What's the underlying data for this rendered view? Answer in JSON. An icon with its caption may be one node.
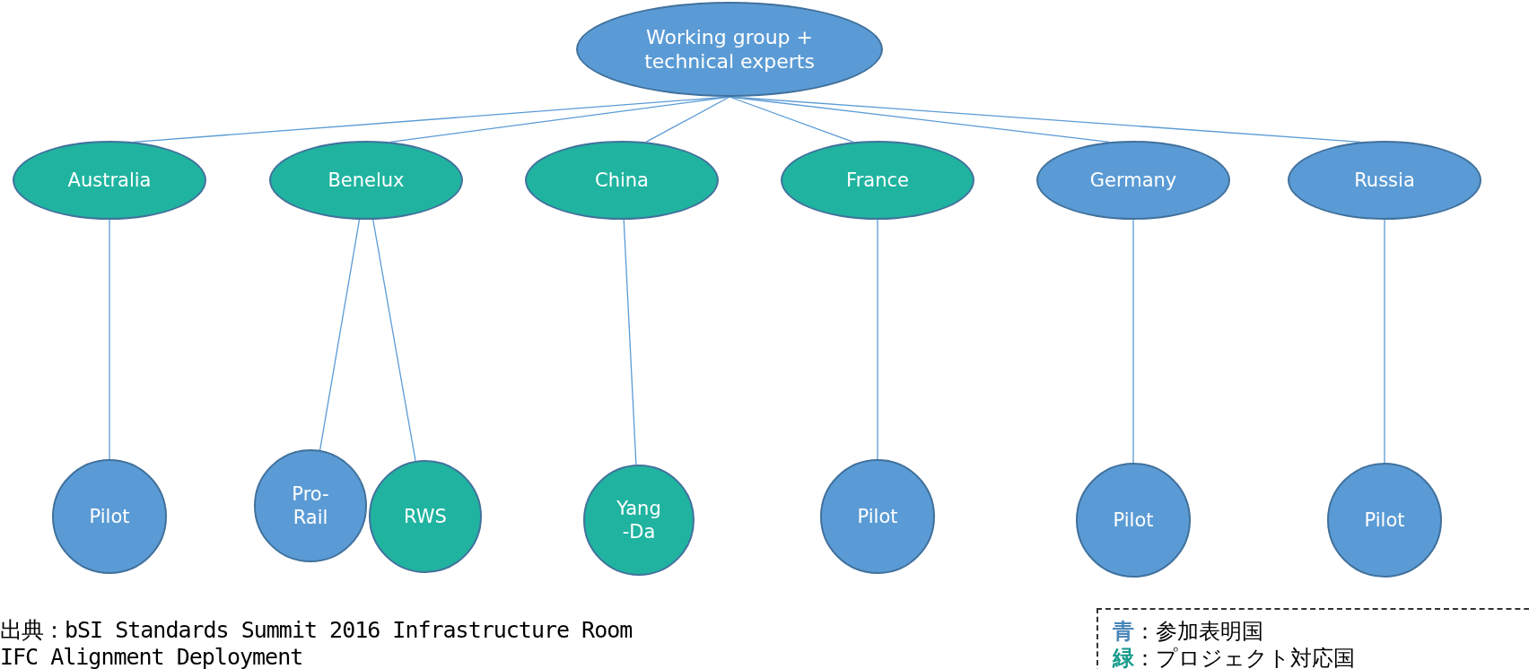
{
  "diagram": {
    "nodes": [
      {
        "text": [
          "Working group + technical experts"
        ]
      },
      {
        "text": [
          "Australia"
        ]
      },
      {
        "text": [
          "Benelux"
        ]
      },
      {
        "text": [
          "China"
        ]
      },
      {
        "text": [
          "France"
        ]
      },
      {
        "text": [
          "Germany"
        ]
      },
      {
        "text": [
          "Russia"
        ]
      },
      {
        "text": [
          "Pilot"
        ]
      },
      {
        "text": [
          "Pro- Rail"
        ]
      },
      {
        "text": [
          "RWS"
        ]
      },
      {
        "text": [
          "Yang -Da"
        ]
      },
      {
        "text": [
          "Pilot"
        ]
      },
      {
        "text": [
          "Pilot"
        ]
      },
      {
        "text": [
          "Pilot"
        ]
      }
    ],
    "edges": [
      {
        "from": 0,
        "to": 1,
        "arrow": "none"
      },
      {
        "from": 0,
        "to": 2,
        "arrow": "none"
      },
      {
        "from": 0,
        "to": 3,
        "arrow": "none"
      },
      {
        "from": 0,
        "to": 4,
        "arrow": "none"
      },
      {
        "from": 0,
        "to": 5,
        "arrow": "none"
      },
      {
        "from": 0,
        "to": 6,
        "arrow": "none"
      },
      {
        "from": 1,
        "to": 7,
        "arrow": "none"
      },
      {
        "from": 2,
        "to": 8,
        "arrow": "none"
      },
      {
        "from": 2,
        "to": 9,
        "arrow": "none"
      },
      {
        "from": 3,
        "to": 10,
        "arrow": "none"
      },
      {
        "from": 4,
        "to": 11,
        "arrow": "none"
      },
      {
        "from": 5,
        "to": 12,
        "arrow": "none"
      },
      {
        "from": 6,
        "to": 13,
        "arrow": "none"
      }
    ],
    "labels": [
      "出典：bSI Standards Summit 2016 Infrastructure Room",
      "IFC Alignment Deployment"
    ],
    "legend": [
      {
        "text": "青：参加表明国",
        "color": "#4a86b8"
      },
      {
        "text": "緑：プロジェクト対応国",
        "color": "#179a8c"
      }
    ]
  }
}
